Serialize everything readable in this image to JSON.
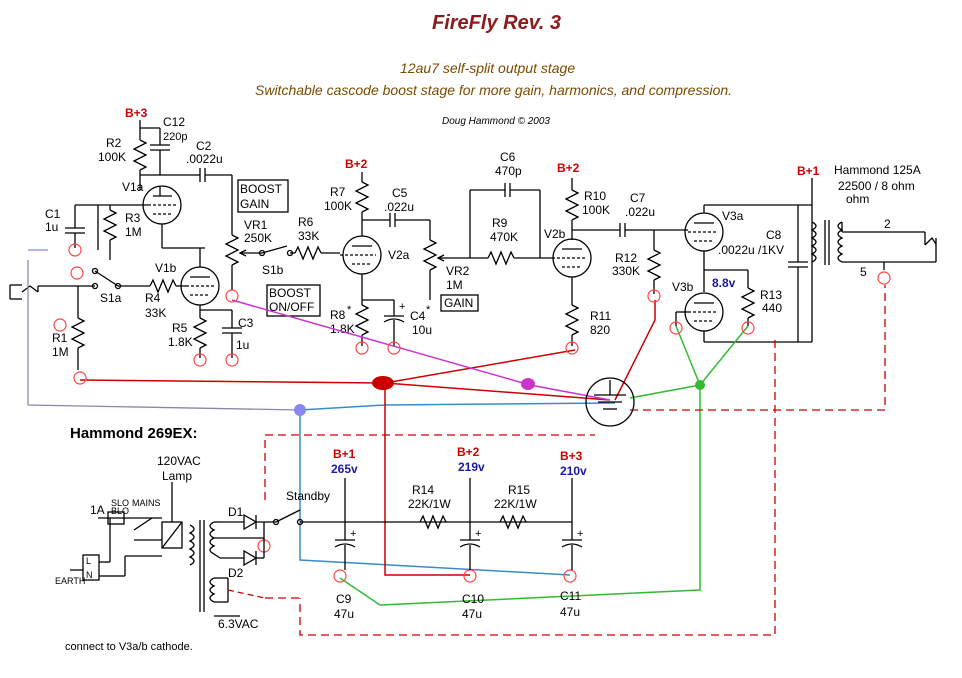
{
  "header": {
    "title": "FireFly Rev. 3",
    "subtitle1": "12au7 self-split output stage",
    "subtitle2": "Switchable cascode boost stage for more gain, harmonics, and compression.",
    "author": "Doug Hammond © 2003"
  },
  "colors": {
    "title": "#8b1a1a",
    "subtitle": "#7a4a00",
    "supply": "#cc0000",
    "voltage": "#1a1aa0",
    "red_wire": "#cc0000",
    "blue_wire": "#3a8cc8",
    "green_wire": "#33bb33",
    "magenta_wire": "#cc33cc",
    "lavender_node": "#8888ee",
    "ground_symbol": "#ff4444"
  },
  "supplies": {
    "b3_top": "B+3",
    "b2_v2a": "B+2",
    "b2_v2b": "B+2",
    "b1_out": "B+1",
    "b1_ps": "B+1",
    "b2_ps": "B+2",
    "b3_ps": "B+3"
  },
  "voltages": {
    "b1": "265v",
    "b2": "219v",
    "b3": "210v",
    "v3b_cathode": "8.8v"
  },
  "components": {
    "r2": "R2",
    "r2_val": "100K",
    "c12": "C12",
    "c12_val": "220p",
    "c2": "C2",
    "c2_val": ".0022u",
    "v1a": "V1a",
    "c1": "C1",
    "c1_val": "1u",
    "r3": "R3",
    "r3_val": "1M",
    "v1b": "V1b",
    "s1a": "S1a",
    "r4": "R4",
    "r4_val": "33K",
    "r5": "R5",
    "r5_val": "1.8K",
    "c3": "C3",
    "c3_val": "1u",
    "r1": "R1",
    "r1_val": "1M",
    "vr1": "VR1",
    "vr1_val": "250K",
    "s1b": "S1b",
    "r6": "R6",
    "r6_val": "33K",
    "r7": "R7",
    "r7_val": "100K",
    "c5": "C5",
    "c5_val": ".022u",
    "v2a": "V2a",
    "r8": "R8",
    "r8_mark": "*",
    "r8_val": "1.8K",
    "c4": "C4",
    "c4_mark": "*",
    "c4_val": "10u",
    "vr2": "VR2",
    "vr2_val": "1M",
    "c6": "C6",
    "c6_val": "470p",
    "r9": "R9",
    "r9_val": "470K",
    "v2b": "V2b",
    "r10": "R10",
    "r10_val": "100K",
    "c7": "C7",
    "c7_val": ".022u",
    "r12": "R12",
    "r12_val": "330K",
    "r11": "R11",
    "r11_val": "820",
    "v3a": "V3a",
    "v3b": "V3b",
    "c8": "C8",
    "c8_val": ".0022u /1KV",
    "r13": "R13",
    "r13_val": "440",
    "ot_name": "Hammond 125A",
    "ot_ratio": "22500 / 8 ohm",
    "ot_ohm": "ohm",
    "ot_pin2": "2",
    "ot_pin5": "5",
    "r14": "R14",
    "r14_val": "22K/1W",
    "r15": "R15",
    "r15_val": "22K/1W",
    "c9": "C9",
    "c9_val": "47u",
    "c10": "C10",
    "c10_val": "47u",
    "c11": "C11",
    "c11_val": "47u",
    "d1": "D1",
    "d2": "D2",
    "standby": "Standby",
    "pt_name": "Hammond 269EX:",
    "lamp1": "120VAC",
    "lamp2": "Lamp",
    "fuse": "1A",
    "slo1": "SLO",
    "slo2": "BLO",
    "mains": "MAINS",
    "plug_l": "L",
    "plug_n": "N",
    "earth": "EARTH",
    "heater": "6.3VAC",
    "note": "connect to V3a/b cathode.",
    "cap_plus": "+"
  },
  "boxes": {
    "boost_gain_1": "BOOST",
    "boost_gain_2": "GAIN",
    "boost_onoff_1": "BOOST",
    "boost_onoff_2": "ON/OFF",
    "gain": "GAIN"
  }
}
